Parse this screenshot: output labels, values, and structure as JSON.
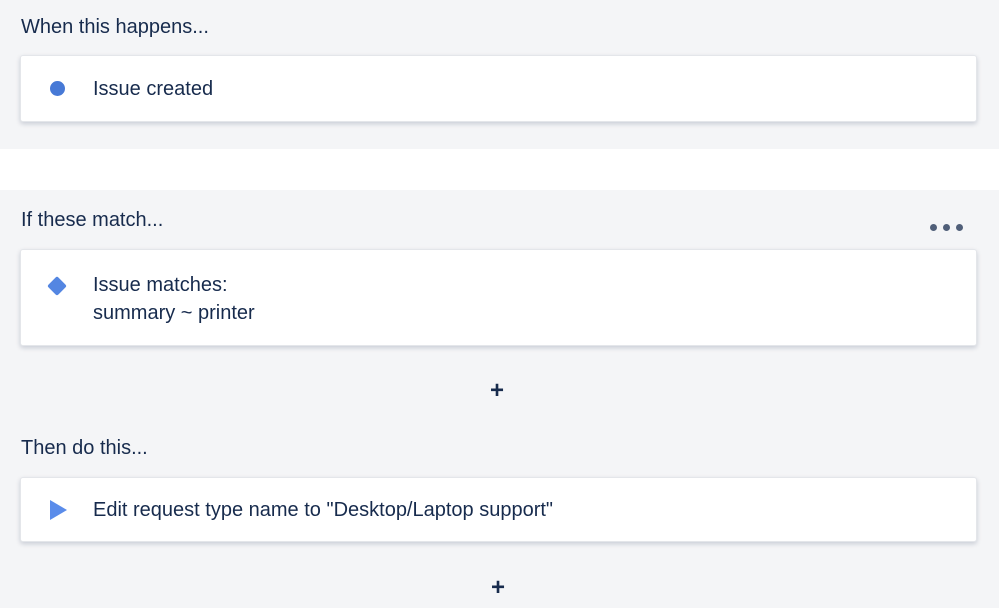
{
  "colors": {
    "section_background": "#f4f5f7",
    "card_background": "#ffffff",
    "card_border": "#e4e6ea",
    "text": "#172b4d",
    "trigger_icon_blue": "#4779d6",
    "condition_icon_blue": "#5486e2",
    "action_icon_blue": "#5a8cea",
    "menu_dots": "#505f79"
  },
  "sections": {
    "trigger": {
      "title": "When this happens...",
      "card": {
        "icon": "circle-trigger-icon",
        "label": "Issue created"
      }
    },
    "conditions": {
      "title": "If these match...",
      "menu_icon": "meatball-menu-icon",
      "card": {
        "icon": "diamond-condition-icon",
        "line1": "Issue matches:",
        "line2": "summary ~ printer"
      },
      "add_label": "+"
    },
    "actions": {
      "title": "Then do this...",
      "card": {
        "icon": "play-action-icon",
        "label": "Edit request type name to \"Desktop/Laptop support\""
      },
      "add_label": "+"
    }
  }
}
